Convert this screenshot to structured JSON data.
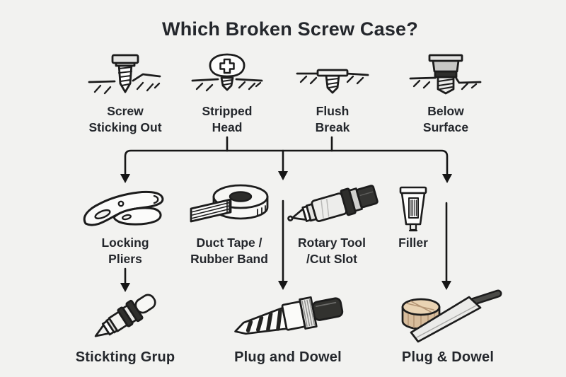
{
  "title": "Which Broken Screw Case?",
  "colors": {
    "background": "#f2f2f0",
    "text": "#24272c",
    "line": "#161616",
    "dowel_wood": "#e0c8a6"
  },
  "cases": [
    {
      "label": "Screw\nSticking Out",
      "icon": "screw-sticking-out-icon"
    },
    {
      "label": "Stripped\nHead",
      "icon": "stripped-head-screw-icon"
    },
    {
      "label": "Flush\nBreak",
      "icon": "flush-break-screw-icon"
    },
    {
      "label": "Below\nSurface",
      "icon": "below-surface-screw-icon"
    }
  ],
  "tools": [
    {
      "label": "Locking\nPliers",
      "icon": "locking-pliers-icon"
    },
    {
      "label": "Duct Tape /\nRubber Band",
      "icon": "duct-tape-roll-icon"
    },
    {
      "label": "Rotary Tool\n/Cut Slot",
      "icon": "rotary-tool-icon"
    },
    {
      "label": "Filler",
      "icon": "filler-tube-icon"
    }
  ],
  "results": [
    {
      "label": "Stickting Grup",
      "icon": "screw-extractor-icon"
    },
    {
      "label": "Plug and Dowel",
      "icon": "plug-cutter-bit-icon"
    },
    {
      "label": "Plug & Dowel",
      "icon": "wood-dowel-and-knife-icon"
    }
  ]
}
